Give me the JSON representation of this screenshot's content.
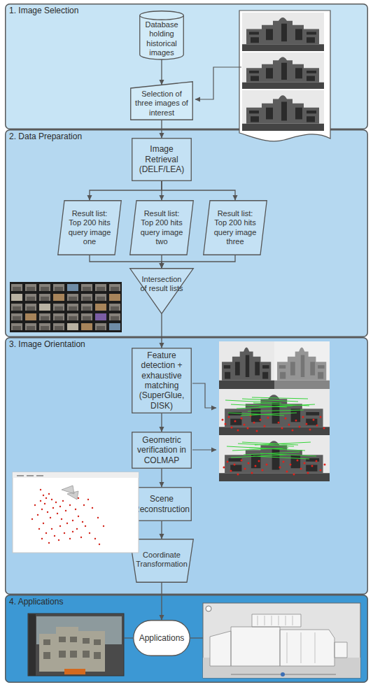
{
  "diagram": {
    "nodes": [
      {
        "text": [
          "1. Image Selection"
        ]
      },
      {
        "text": [
          "Database holding historical images"
        ],
        "in": 0
      },
      {
        "text": [
          "Selection of three images of interest"
        ],
        "in": 0
      },
      {
        "text": [
          "2. Data Preparation"
        ]
      },
      {
        "text": [
          "Image Retrieval (DELF/LEA)"
        ],
        "in": 3
      },
      {
        "text": [
          "Result list: Top 200 hits query image one"
        ],
        "in": 3
      },
      {
        "text": [
          "Result list: Top 200 hits query image two"
        ],
        "in": 3
      },
      {
        "text": [
          "Result list: Top 200 hits query image three"
        ],
        "in": 3
      },
      {
        "text": [
          "Intersection of result lists"
        ],
        "in": 3
      },
      {
        "text": [
          "3. Image Orientation"
        ]
      },
      {
        "text": [
          "Feature detection + exhaustive matching (SuperGlue, DISK)"
        ],
        "in": 9
      },
      {
        "text": [
          "Geometric verification in COLMAP"
        ],
        "in": 9
      },
      {
        "text": [
          "Scene Reconstruction"
        ],
        "in": 9
      },
      {
        "text": [
          "Coordinate Transformation"
        ],
        "in": 9
      },
      {
        "text": [
          "4. Applications"
        ]
      },
      {
        "text": [
          "Applications"
        ],
        "in": 14
      }
    ],
    "edges": [
      {
        "from": 1,
        "to": 2,
        "arrow": "to"
      },
      {
        "from": 2,
        "to": 4,
        "arrow": "to"
      },
      {
        "from": 4,
        "to": 5,
        "arrow": "to"
      },
      {
        "from": 4,
        "to": 6,
        "arrow": "to"
      },
      {
        "from": 4,
        "to": 7,
        "arrow": "to"
      },
      {
        "from": 5,
        "to": 8,
        "arrow": "to"
      },
      {
        "from": 6,
        "to": 8,
        "arrow": "to"
      },
      {
        "from": 7,
        "to": 8,
        "arrow": "to"
      },
      {
        "from": 8,
        "to": 10,
        "arrow": "to"
      },
      {
        "from": 10,
        "to": 11,
        "arrow": "to"
      },
      {
        "from": 11,
        "to": 12,
        "arrow": "to"
      },
      {
        "from": 12,
        "to": 13,
        "arrow": "to"
      },
      {
        "from": 13,
        "to": 15,
        "arrow": "to"
      }
    ]
  }
}
